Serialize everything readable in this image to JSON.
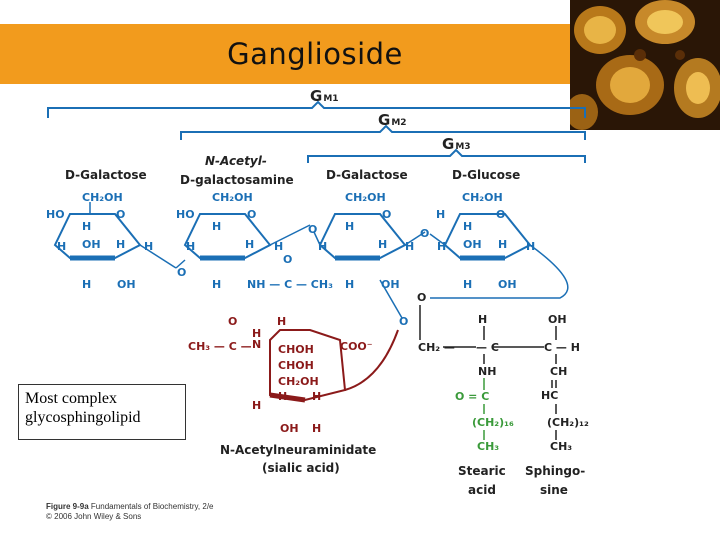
{
  "slide": {
    "title": "Ganglioside",
    "caption_line1": "Most complex",
    "caption_line2": "glycosphingolipid",
    "credit_fig": "Figure 9-9a",
    "credit_book": "Fundamentals of Biochemistry, 2/e",
    "credit_copy": "© 2006 John Wiley & Sons"
  },
  "diagram": {
    "brackets": {
      "gm1": "G",
      "gm1_sub": "M1",
      "gm2": "G",
      "gm2_sub": "M2",
      "gm3": "G",
      "gm3_sub": "M3"
    },
    "units": {
      "galactose1": "D-Galactose",
      "galnac_line1": "N-Acetyl-",
      "galnac_line2": "D-galactosamine",
      "galactose2": "D-Galactose",
      "glucose": "D-Glucose",
      "sialic_line1": "N-Acetylneuraminidate",
      "sialic_line2": "(sialic acid)",
      "stearic_line1": "Stearic",
      "stearic_line2": "acid",
      "sphingo_line1": "Sphingo-",
      "sphingo_line2": "sine"
    },
    "atoms": {
      "ch2oh": "CH₂OH",
      "h": "H",
      "o": "O",
      "ho": "HO",
      "oh": "OH",
      "nh_acetyl": "NH — C — CH₃",
      "ch3c": "CH₃ — C —",
      "n": "N",
      "choh": "CHOH",
      "coo": "COO⁻",
      "ch2": "CH₂ —",
      "c_h": "C — H",
      "c_dash": "— C",
      "nh": "NH",
      "ch": "CH",
      "hc": "HC",
      "oc": "O = C",
      "ch2_16": "(CH₂)₁₆",
      "ch2_12": "(CH₂)₁₂",
      "ch3": "CH₃"
    }
  },
  "colors": {
    "banner": "#f29b1d",
    "ring": "#1b6fb5",
    "sialic": "#8b1a1a",
    "lipid": "#5cb85c",
    "bracket": "#1b6fb5"
  }
}
